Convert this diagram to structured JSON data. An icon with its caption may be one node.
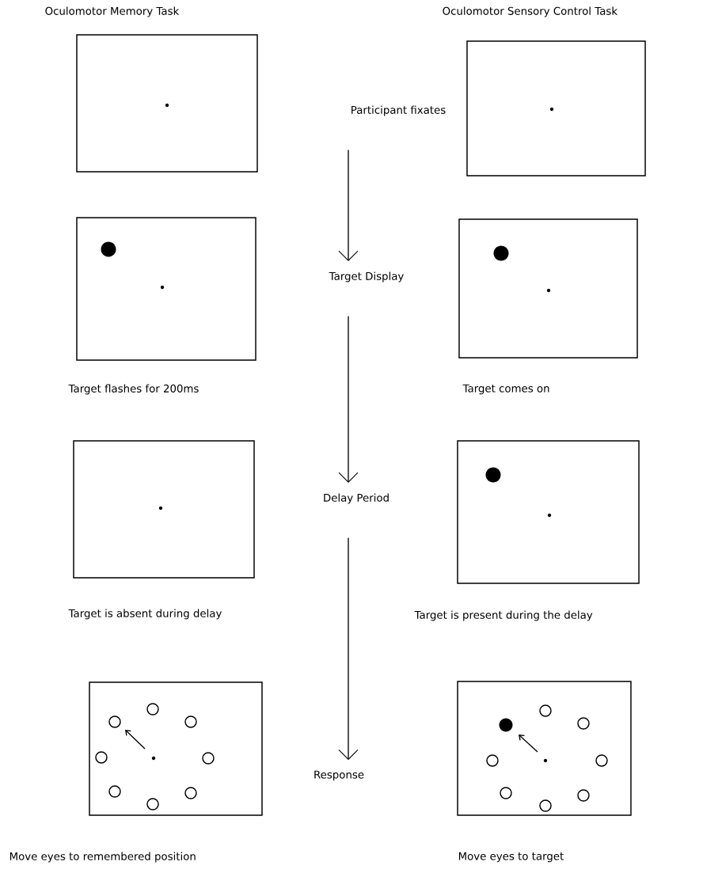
{
  "diagram": {
    "nodes": [
      {
        "text": [],
        "shape": "box"
      },
      {
        "text": [
          "Participant fixates"
        ]
      },
      {
        "text": [],
        "shape": "box"
      },
      {
        "text": [],
        "shape": "box",
        "beside": [
          "Target flashes for 200ms"
        ]
      },
      {
        "text": [
          "Target Display"
        ]
      },
      {
        "text": [],
        "shape": "box",
        "beside": [
          "Target comes on"
        ]
      },
      {
        "text": [],
        "shape": "box",
        "beside": [
          "Target is absent during delay"
        ]
      },
      {
        "text": [
          "Delay Period"
        ]
      },
      {
        "text": [],
        "shape": "box",
        "beside": [
          "Target is present during the delay"
        ]
      },
      {
        "text": [],
        "shape": "box",
        "beside": [
          "Move eyes to remembered position"
        ]
      },
      {
        "text": [
          "Response"
        ]
      },
      {
        "text": [],
        "shape": "box",
        "beside": [
          "Move eyes to target"
        ]
      }
    ],
    "edges": [
      {
        "from": 1,
        "to": 4,
        "arrow": "to"
      },
      {
        "from": 4,
        "to": 7,
        "arrow": "to"
      },
      {
        "from": 7,
        "to": 10,
        "arrow": "to"
      }
    ],
    "labels": [
      "Oculomotor Memory Task",
      "Oculomotor Sensory Control Task"
    ]
  }
}
